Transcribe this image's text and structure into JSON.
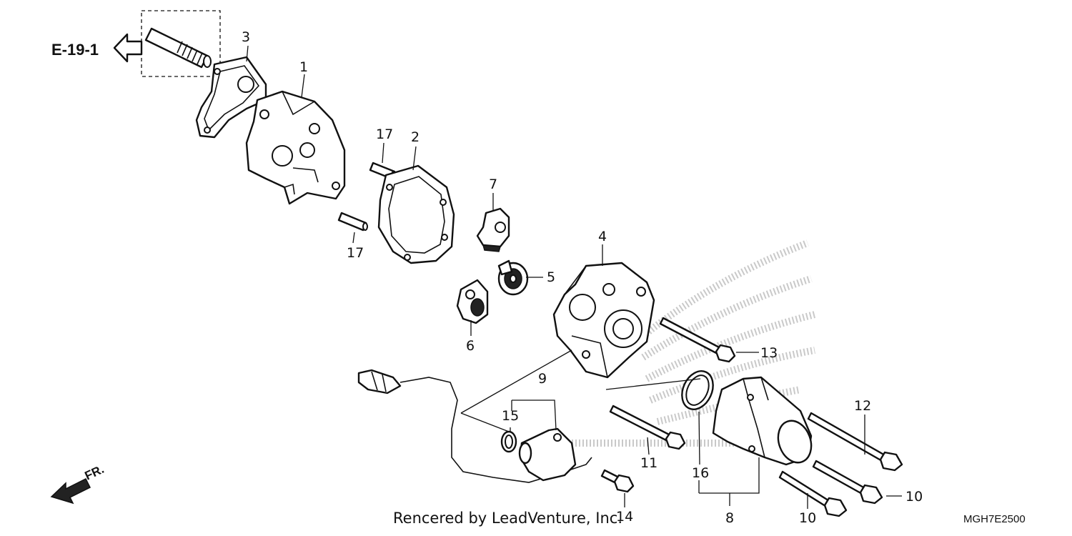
{
  "reference": {
    "label": "E-19-1"
  },
  "direction": {
    "label": "FR."
  },
  "callouts": [
    {
      "id": "p1",
      "label": "1"
    },
    {
      "id": "p2",
      "label": "2"
    },
    {
      "id": "p3",
      "label": "3"
    },
    {
      "id": "p4",
      "label": "4"
    },
    {
      "id": "p5",
      "label": "5"
    },
    {
      "id": "p6",
      "label": "6"
    },
    {
      "id": "p7",
      "label": "7"
    },
    {
      "id": "p8",
      "label": "8"
    },
    {
      "id": "p9",
      "label": "9"
    },
    {
      "id": "p10a",
      "label": "10"
    },
    {
      "id": "p10b",
      "label": "10"
    },
    {
      "id": "p11",
      "label": "11"
    },
    {
      "id": "p12",
      "label": "12"
    },
    {
      "id": "p13",
      "label": "13"
    },
    {
      "id": "p14",
      "label": "14"
    },
    {
      "id": "p15",
      "label": "15"
    },
    {
      "id": "p16",
      "label": "16"
    },
    {
      "id": "p17a",
      "label": "17"
    },
    {
      "id": "p17b",
      "label": "17"
    }
  ],
  "footer": {
    "credit": "Rencered by LeadVenture, Inc.",
    "diagram_code": "MGH7E2500"
  }
}
